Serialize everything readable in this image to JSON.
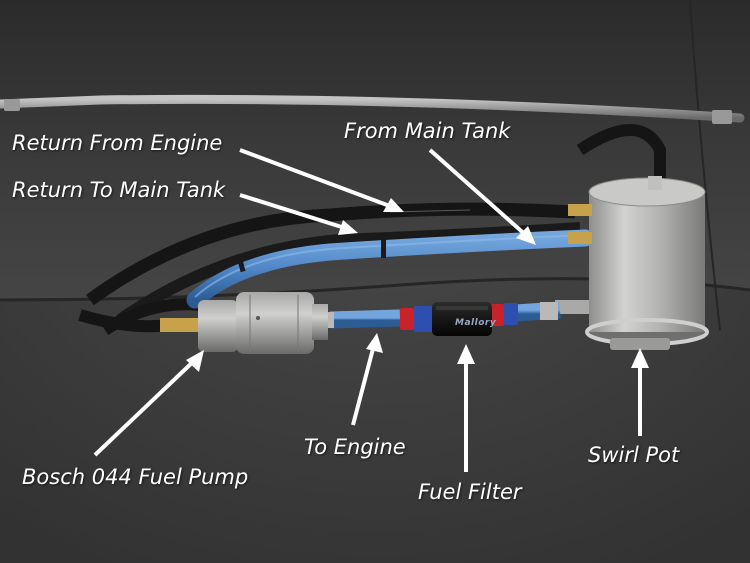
{
  "photo": {
    "labels": {
      "return_from_engine": "Return From Engine",
      "from_main_tank": "From Main Tank",
      "return_to_main_tank": "Return To Main Tank",
      "fuel_pump": "Bosch 044 Fuel Pump",
      "to_engine": "To Engine",
      "fuel_filter": "Fuel Filter",
      "swirl_pot": "Swirl Pot"
    },
    "filter_brand": "Mallory"
  },
  "colors": {
    "carpet": "#3b3b3b",
    "blue_hose": "#4f86c6",
    "black_hose": "#151515",
    "aluminum": "#b8b8b6",
    "anodized_red": "#c8222a",
    "anodized_blue": "#2f4fb0",
    "label_text": "#ffffff"
  }
}
